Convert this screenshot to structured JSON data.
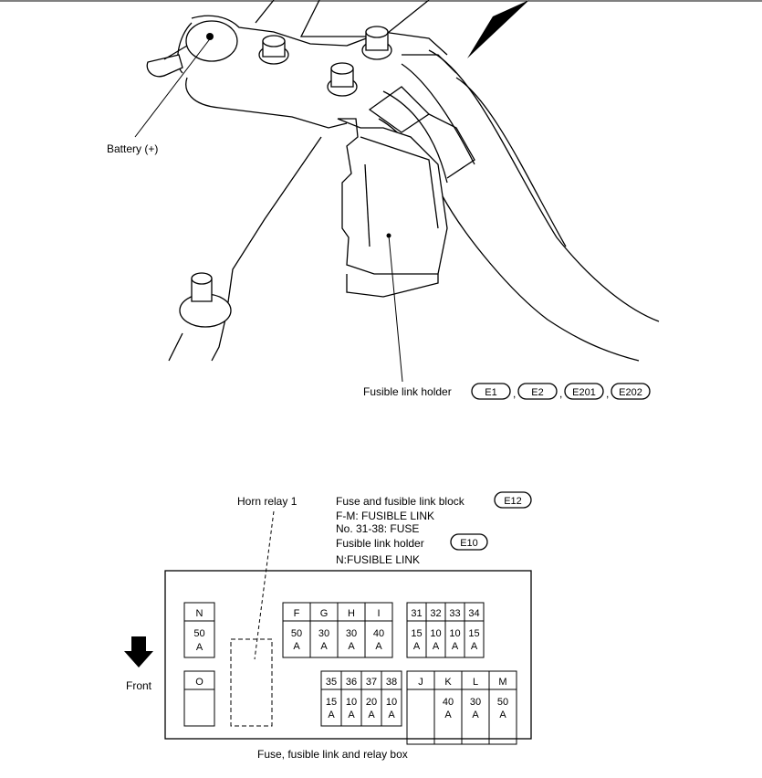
{
  "top_diagram": {
    "battery_label": "Battery (+)",
    "fusible_holder_label": "Fusible link holder",
    "connectors": [
      "E1",
      "E2",
      "E201",
      "E202"
    ],
    "separator": ","
  },
  "bottom_diagram": {
    "horn_relay_label": "Horn relay 1",
    "block_label": "Fuse and fusible link block",
    "block_connector": "E12",
    "fm_label": "F-M: FUSIBLE LINK",
    "fuse_label": "No. 31-38: FUSE",
    "holder_label": "Fusible link holder",
    "holder_connector": "E10",
    "n_label": "N:FUSIBLE LINK",
    "front_label": "Front",
    "box_caption": "Fuse, fusible link and relay box",
    "slot_n": {
      "id": "N",
      "amp": "50",
      "unit": "A"
    },
    "slot_o": {
      "id": "O"
    },
    "group_fi": [
      {
        "id": "F",
        "amp": "50",
        "unit": "A"
      },
      {
        "id": "G",
        "amp": "30",
        "unit": "A"
      },
      {
        "id": "H",
        "amp": "30",
        "unit": "A"
      },
      {
        "id": "I",
        "amp": "40",
        "unit": "A"
      }
    ],
    "group_31_34": [
      {
        "id": "31",
        "amp": "15",
        "unit": "A"
      },
      {
        "id": "32",
        "amp": "10",
        "unit": "A"
      },
      {
        "id": "33",
        "amp": "10",
        "unit": "A"
      },
      {
        "id": "34",
        "amp": "15",
        "unit": "A"
      }
    ],
    "group_35_38": [
      {
        "id": "35",
        "amp": "15",
        "unit": "A"
      },
      {
        "id": "36",
        "amp": "10",
        "unit": "A"
      },
      {
        "id": "37",
        "amp": "20",
        "unit": "A"
      },
      {
        "id": "38",
        "amp": "10",
        "unit": "A"
      }
    ],
    "group_jm": [
      {
        "id": "J",
        "amp": "",
        "unit": ""
      },
      {
        "id": "K",
        "amp": "40",
        "unit": "A"
      },
      {
        "id": "L",
        "amp": "30",
        "unit": "A"
      },
      {
        "id": "M",
        "amp": "50",
        "unit": "A"
      }
    ]
  }
}
